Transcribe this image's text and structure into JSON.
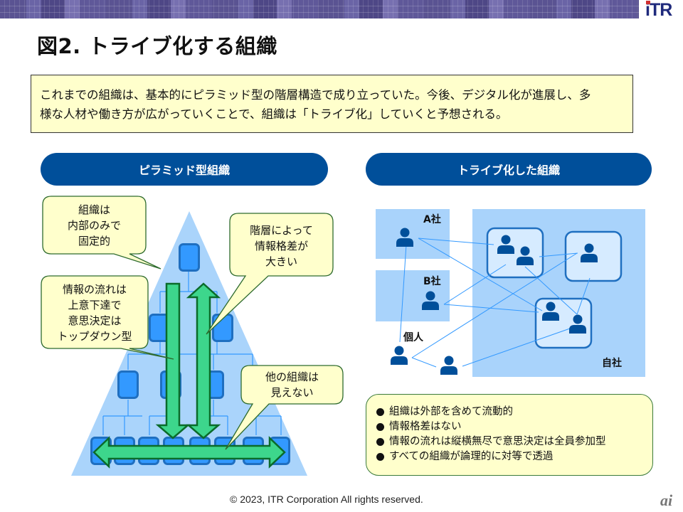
{
  "header": {
    "logo_text": "iTR",
    "title": "図2.  トライブ化する組織"
  },
  "intro": {
    "line1": "これまでの組織は、基本的にピラミッド型の階層構造で成り立っていた。今後、デジタル化が進展し、多",
    "line2": "様な人材や働き方が広がっていくことで、組織は「トライブ化」していくと予想される。"
  },
  "left_panel": {
    "heading": "ピラミッド型組織",
    "callouts": {
      "fixed": [
        "組織は",
        "内部のみで",
        "固定的"
      ],
      "gap": [
        "階層によって",
        "情報格差が",
        "大きい"
      ],
      "topdown": [
        "情報の流れは",
        "上意下達で",
        "意思決定は",
        "トップダウン型"
      ],
      "invisible": [
        "他の組織は",
        "見えない"
      ]
    }
  },
  "right_panel": {
    "heading": "トライブ化した組織",
    "labels": {
      "company_a": "A社",
      "company_b": "B社",
      "individual": "個人",
      "own_company": "自社"
    },
    "bullets": [
      "組織は外部を含めて流動的",
      "情報格差はない",
      "情報の流れは縦横無尽で意思決定は全員参加型",
      "すべての組織が論理的に対等で透過"
    ]
  },
  "footer": {
    "copyright": "© 2023, ITR  Corporation  All rights reserved.",
    "watermark": "ai"
  },
  "colors": {
    "banner": "#5d5796",
    "pill": "#004f9a",
    "callout_fill": "#ffffcc",
    "callout_border": "#2e6b2e",
    "pyramid": "#aad4fb",
    "node": "#3399ff",
    "node_border": "#1f6fc0",
    "arrow_fill": "#3dd68c",
    "arrow_border": "#0b6b2a",
    "person": "#004f9a",
    "zone": "#a9d3fb"
  }
}
